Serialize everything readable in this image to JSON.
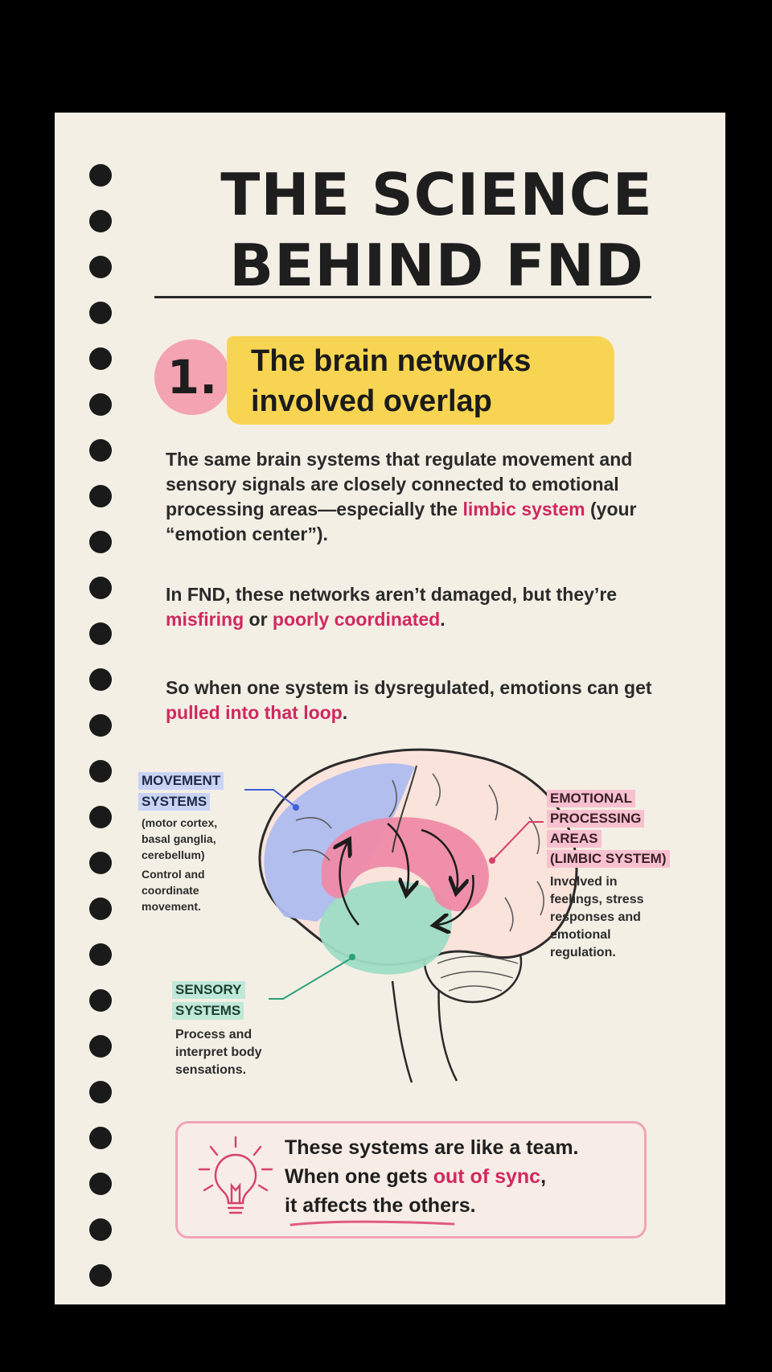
{
  "title": "THE SCIENCE BEHIND FND",
  "section": {
    "number": "1.",
    "heading": "The brain networks involved overlap"
  },
  "paragraphs": {
    "p1": {
      "text_a": "The same brain systems that regulate movement and sensory signals are closely connected to emotional processing areas—especially the ",
      "highlight": "limbic system",
      "text_b": " (your “emotion center”)."
    },
    "p2": {
      "text_a": "In FND, these networks aren’t damaged, but they’re ",
      "highlight_1": "misfiring",
      "text_b": " or ",
      "highlight_2": "poorly coordinated",
      "text_c": "."
    },
    "p3": {
      "text_a": "So when one system is dysregulated, emotions can get ",
      "highlight": "pulled into that loop",
      "text_b": "."
    }
  },
  "diagram": {
    "movement": {
      "label_1": "MOVEMENT",
      "label_2": "SYSTEMS",
      "detail_1": "(motor cortex,",
      "detail_2": "basal ganglia,",
      "detail_3": "cerebellum)",
      "desc_1": "Control and",
      "desc_2": "coordinate",
      "desc_3": "movement."
    },
    "emotional": {
      "label_1": "EMOTIONAL",
      "label_2": "PROCESSING",
      "label_3": "AREAS",
      "label_4": "(LIMBIC SYSTEM)",
      "desc_1": "Involved in",
      "desc_2": "feelings, stress",
      "desc_3": "responses and",
      "desc_4": "emotional",
      "desc_5": "regulation."
    },
    "sensory": {
      "label_1": "SENSORY",
      "label_2": "SYSTEMS",
      "desc_1": "Process and",
      "desc_2": "interpret body",
      "desc_3": "sensations."
    }
  },
  "callout": {
    "icon": "lightbulb-icon",
    "line1": "These systems are like a team.",
    "line2_a": "When one gets ",
    "line2_highlight": "out of sync",
    "line2_b": ",",
    "line3": "it affects the others."
  },
  "colors": {
    "background": "#f4efe5",
    "highlight_pink": "#d1285e",
    "heading_band": "#f7d552",
    "number_circle": "#f3a3b1",
    "movement_blue": "#aebcef",
    "sensory_green": "#9fdcc4",
    "limbic_pink": "#ef8aa6"
  }
}
